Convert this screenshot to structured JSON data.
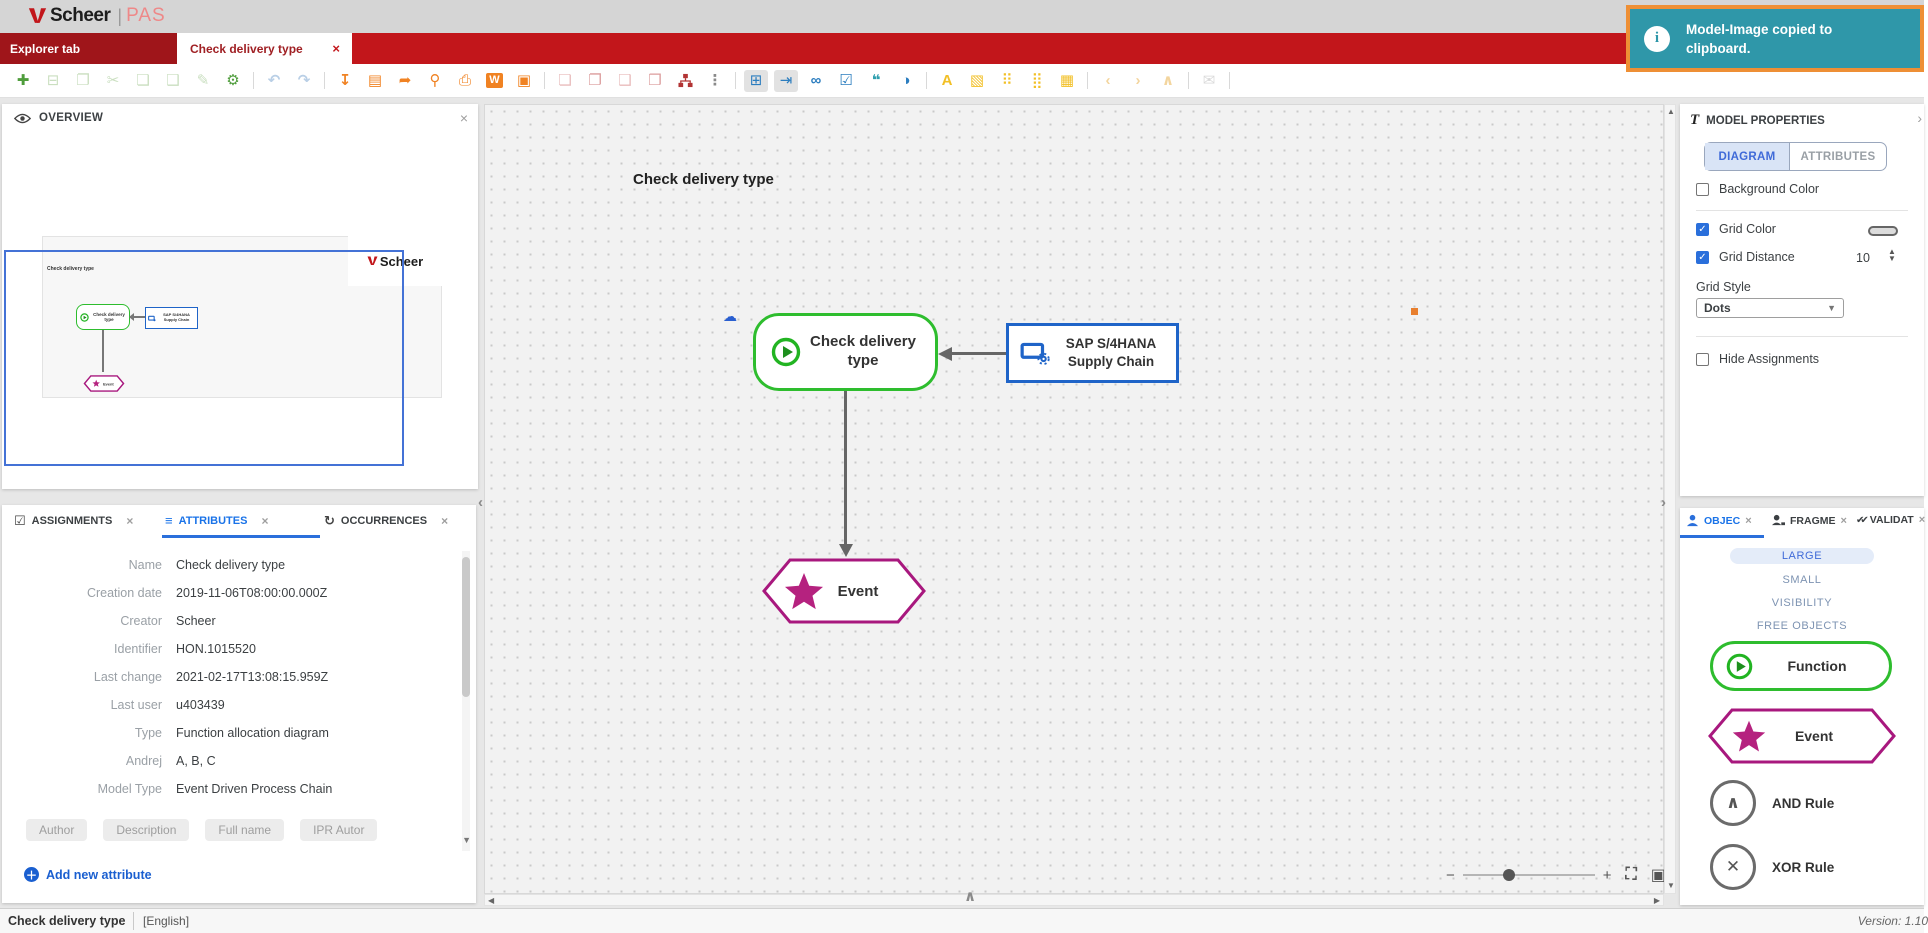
{
  "header": {
    "brand_scheer": "Scheer",
    "brand_pipe": "|",
    "brand_pas": "PAS"
  },
  "tabs": {
    "explorer_label": "Explorer tab",
    "active_label": "Check delivery type",
    "close_glyph": "×"
  },
  "toolbar": {
    "items": [
      {
        "name": "new-model-icon",
        "glyph": "✚",
        "color": "#4f9d3c"
      },
      {
        "name": "delete-icon",
        "glyph": "⊟",
        "color": "#cadfc0"
      },
      {
        "name": "duplicate-icon",
        "glyph": "❐",
        "color": "#cadfc0"
      },
      {
        "name": "cut-icon",
        "glyph": "✂",
        "color": "#cadfc0"
      },
      {
        "name": "copy-icon",
        "glyph": "❏",
        "color": "#cadfc0"
      },
      {
        "name": "paste-icon",
        "glyph": "❑",
        "color": "#cadfc0"
      },
      {
        "name": "format-painter-icon",
        "glyph": "✎",
        "color": "#cadfc0"
      },
      {
        "name": "settings-gear-icon",
        "glyph": "⚙",
        "color": "#4f9d3c"
      },
      {
        "sep": true
      },
      {
        "name": "undo-icon",
        "glyph": "↶",
        "color": "#b9cfe6",
        "bold": true
      },
      {
        "name": "redo-icon",
        "glyph": "↷",
        "color": "#b9cfe6",
        "bold": true
      },
      {
        "sep": true
      },
      {
        "name": "export-download-icon",
        "glyph": "↧",
        "color": "#f08222",
        "bold": true
      },
      {
        "name": "export-report-icon",
        "glyph": "▤",
        "color": "#f08222"
      },
      {
        "name": "share-icon",
        "glyph": "➦",
        "color": "#f08222"
      },
      {
        "name": "pin-icon",
        "glyph": "⚲",
        "color": "#f08222",
        "bold": true
      },
      {
        "name": "print-icon",
        "glyph": "⎙",
        "color": "#f08222"
      },
      {
        "name": "export-word-icon",
        "glyph": "W",
        "color": "#ffffff",
        "box": "#f08222"
      },
      {
        "name": "copy-image-icon",
        "glyph": "▣",
        "color": "#f08222"
      },
      {
        "sep": true
      },
      {
        "name": "bring-forward-icon",
        "glyph": "❏",
        "color": "#e9bcbc"
      },
      {
        "name": "send-backward-icon",
        "glyph": "❐",
        "color": "#dc9d9d"
      },
      {
        "name": "bring-to-front-icon",
        "glyph": "❑",
        "color": "#e9bcbc"
      },
      {
        "name": "send-to-back-icon",
        "glyph": "❒",
        "color": "#dc9d9d"
      },
      {
        "name": "org-chart-icon",
        "svg": "org",
        "color": "#b23434"
      },
      {
        "name": "more-options-icon",
        "glyph": "⋮",
        "color": "#8a8a8a",
        "bold": true
      },
      {
        "sep": true
      },
      {
        "name": "grid-view-icon",
        "glyph": "⊞",
        "color": "#2b7dbf",
        "selected": true
      },
      {
        "name": "pointer-mode-icon",
        "glyph": "⇥",
        "color": "#2b7dbf",
        "selected": true
      },
      {
        "name": "search-binoculars-icon",
        "glyph": "∞",
        "color": "#2b7dbf",
        "bold": true
      },
      {
        "name": "checkbox-mode-icon",
        "glyph": "☑",
        "color": "#2b7dbf"
      },
      {
        "name": "comments-icon",
        "glyph": "❝",
        "color": "#2f9fae",
        "bold": true
      },
      {
        "name": "toggle-circles-icon",
        "glyph": "◑",
        "color": "#2b7dbf"
      },
      {
        "sep": true
      },
      {
        "name": "font-color-icon",
        "glyph": "A",
        "color": "#f2bf24",
        "bold": true
      },
      {
        "name": "insert-image-icon",
        "glyph": "▧",
        "color": "#f2bf24"
      },
      {
        "name": "dots-small-icon",
        "glyph": "⠿",
        "color": "#f2bf24"
      },
      {
        "name": "dots-large-icon",
        "glyph": "⣿",
        "color": "#f2bf24"
      },
      {
        "name": "insert-table-icon",
        "glyph": "▦",
        "color": "#f2bf24"
      },
      {
        "sep": true
      },
      {
        "name": "nav-back-icon",
        "glyph": "‹",
        "color": "#f3d59e",
        "bold": true
      },
      {
        "name": "nav-forward-icon",
        "glyph": "›",
        "color": "#f3d59e",
        "bold": true
      },
      {
        "name": "nav-up-icon",
        "glyph": "∧",
        "color": "#f3d59e",
        "bold": true
      },
      {
        "sep": true
      },
      {
        "name": "mail-icon",
        "glyph": "✉",
        "color": "#d9d9d9"
      },
      {
        "sep": true
      }
    ]
  },
  "toast": {
    "info_glyph": "i",
    "line1": "Model-Image copied to",
    "line2": "clipboard."
  },
  "overview": {
    "title": "OVERVIEW",
    "close_glyph": "×",
    "minimap": {
      "diagram_title": "Check delivery type",
      "function_label": "Check delivery type",
      "system_label": "SAP S/4HANA Supply Chain",
      "event_label": "Event",
      "logo_text": "Scheer"
    }
  },
  "left_tabs": {
    "assignments": "ASSIGNMENTS",
    "attributes": "ATTRIBUTES",
    "occurrences": "OCCURRENCES",
    "close_glyph": "×"
  },
  "attributes": {
    "rows": [
      {
        "label": "Name",
        "value": "Check delivery type"
      },
      {
        "label": "Creation date",
        "value": "2019-11-06T08:00:00.000Z"
      },
      {
        "label": "Creator",
        "value": "Scheer"
      },
      {
        "label": "Identifier",
        "value": "HON.1015520"
      },
      {
        "label": "Last change",
        "value": "2021-02-17T13:08:15.959Z"
      },
      {
        "label": "Last user",
        "value": "u403439"
      },
      {
        "label": "Type",
        "value": "Function allocation diagram"
      },
      {
        "label": "Andrej",
        "value": "A, B, C"
      },
      {
        "label": "Model Type",
        "value": "Event Driven Process Chain"
      }
    ],
    "chips": [
      "Author",
      "Description",
      "Full name",
      "IPR Autor"
    ],
    "add_label": "Add new attribute"
  },
  "canvas": {
    "title": "Check delivery type",
    "function_label": "Check delivery\ntype",
    "system_label": "SAP S/4HANA\nSupply Chain",
    "event_label": "Event",
    "zoom_minus": "−",
    "zoom_plus": "+"
  },
  "model_properties": {
    "title": "MODEL PROPERTIES",
    "type_icon_glyph": "T",
    "tab_diagram": "DIAGRAM",
    "tab_attributes": "ATTRIBUTES",
    "background_color_label": "Background Color",
    "grid_color_label": "Grid Color",
    "grid_distance_label": "Grid Distance",
    "grid_distance_value": "10",
    "grid_style_label": "Grid Style",
    "grid_style_value": "Dots",
    "hide_assignments_label": "Hide Assignments"
  },
  "objects_panel": {
    "tab_objects": "OBJEC",
    "tab_fragments": "FRAGME",
    "tab_validation": "VALIDAT",
    "close_glyph": "×",
    "size_options": [
      "LARGE",
      "SMALL",
      "VISIBILITY",
      "FREE OBJECTS"
    ],
    "palette": {
      "function": "Function",
      "event": "Event",
      "and_rule": "AND Rule",
      "xor_rule": "XOR Rule"
    }
  },
  "statusbar": {
    "model_name": "Check delivery type",
    "language": "[English]",
    "version": "Version: 1.10"
  },
  "colors": {
    "brand_red": "#c2161b",
    "tab_dark_red": "#9f151a",
    "node_green": "#2ebd2e",
    "node_blue": "#1f64c8",
    "node_magenta": "#a8187e",
    "accent_blue": "#1a73e8",
    "toast_bg": "#2f97a9",
    "toast_border": "#ee8f35",
    "toolbar_orange": "#f08222",
    "toolbar_yellow": "#f2bf24",
    "toolbar_blue": "#2b7dbf"
  }
}
